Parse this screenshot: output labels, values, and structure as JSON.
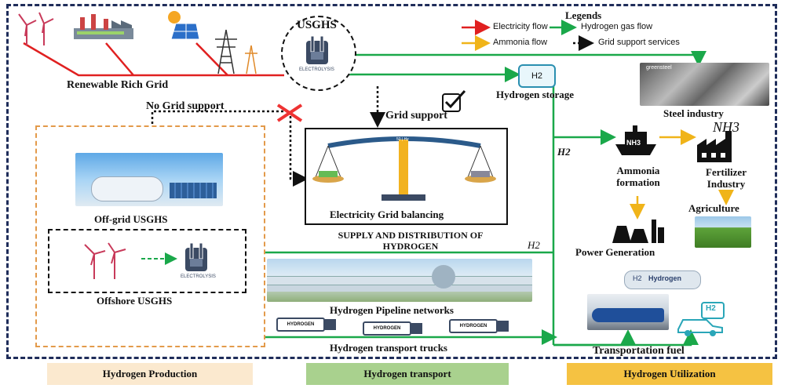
{
  "hub": {
    "title": "USGHS",
    "electrolysis_caption": "ELECTROLYSIS"
  },
  "legend": {
    "title": "Legends",
    "items": [
      {
        "label": "Electricity flow",
        "color": "#e02020",
        "style": "solid"
      },
      {
        "label": "Hydrogen gas flow",
        "color": "#1aa84a",
        "style": "solid"
      },
      {
        "label": "Ammonia flow",
        "color": "#f0b419",
        "style": "solid"
      },
      {
        "label": "Grid support services",
        "color": "#111111",
        "style": "dotted"
      }
    ]
  },
  "labels": {
    "renewable_grid": "Renewable  Rich Grid",
    "no_grid_support": "No Grid support",
    "grid_support": "Grid support",
    "grid_balancing": "Electricity Grid balancing",
    "hydrogen_storage": "Hydrogen storage",
    "h2_tank_text": "H2",
    "steel_industry": "Steel industry",
    "steel_photo_text": "greensteel",
    "nh3": "NH3",
    "nh3_ship": "NH3",
    "ammonia_formation": "Ammonia\nformation",
    "fertilizer_industry": "Fertilizer\nIndustry",
    "agriculture": "Agriculture",
    "power_generation": "Power Generation",
    "off_grid": "Off-grid USGHS",
    "offshore": "Offshore USGHS",
    "offshore_electrolysis": "ELECTROLYSIS",
    "supply_title": "SUPPLY AND DISTRIBUTION  OF\nHYDROGEN",
    "h2_upper": "H2",
    "h2_lower": "H2",
    "pipeline": "Hydrogen Pipeline networks",
    "trucks": "Hydrogen transport trucks",
    "truck_text": "HYDROGEN",
    "transport_fuel": "Transportation fuel",
    "tanker_text": "Hydrogen",
    "tanker_h2": "H2",
    "car_h2": "H2",
    "balance_top": "50 | Hz"
  },
  "footer": {
    "production": "Hydrogen Production",
    "transport": "Hydrogen transport",
    "utilization": "Hydrogen Utilization"
  },
  "colors": {
    "electricity": "#e02020",
    "hydrogen": "#1aa84a",
    "ammonia": "#f0b419",
    "grid_support": "#111111",
    "production_tag": "#fbe9cf",
    "transport_tag": "#a9d18e",
    "utilization_tag": "#f5c242",
    "frame": "#1f2d5a",
    "offgrid_border": "#e39a4a"
  }
}
